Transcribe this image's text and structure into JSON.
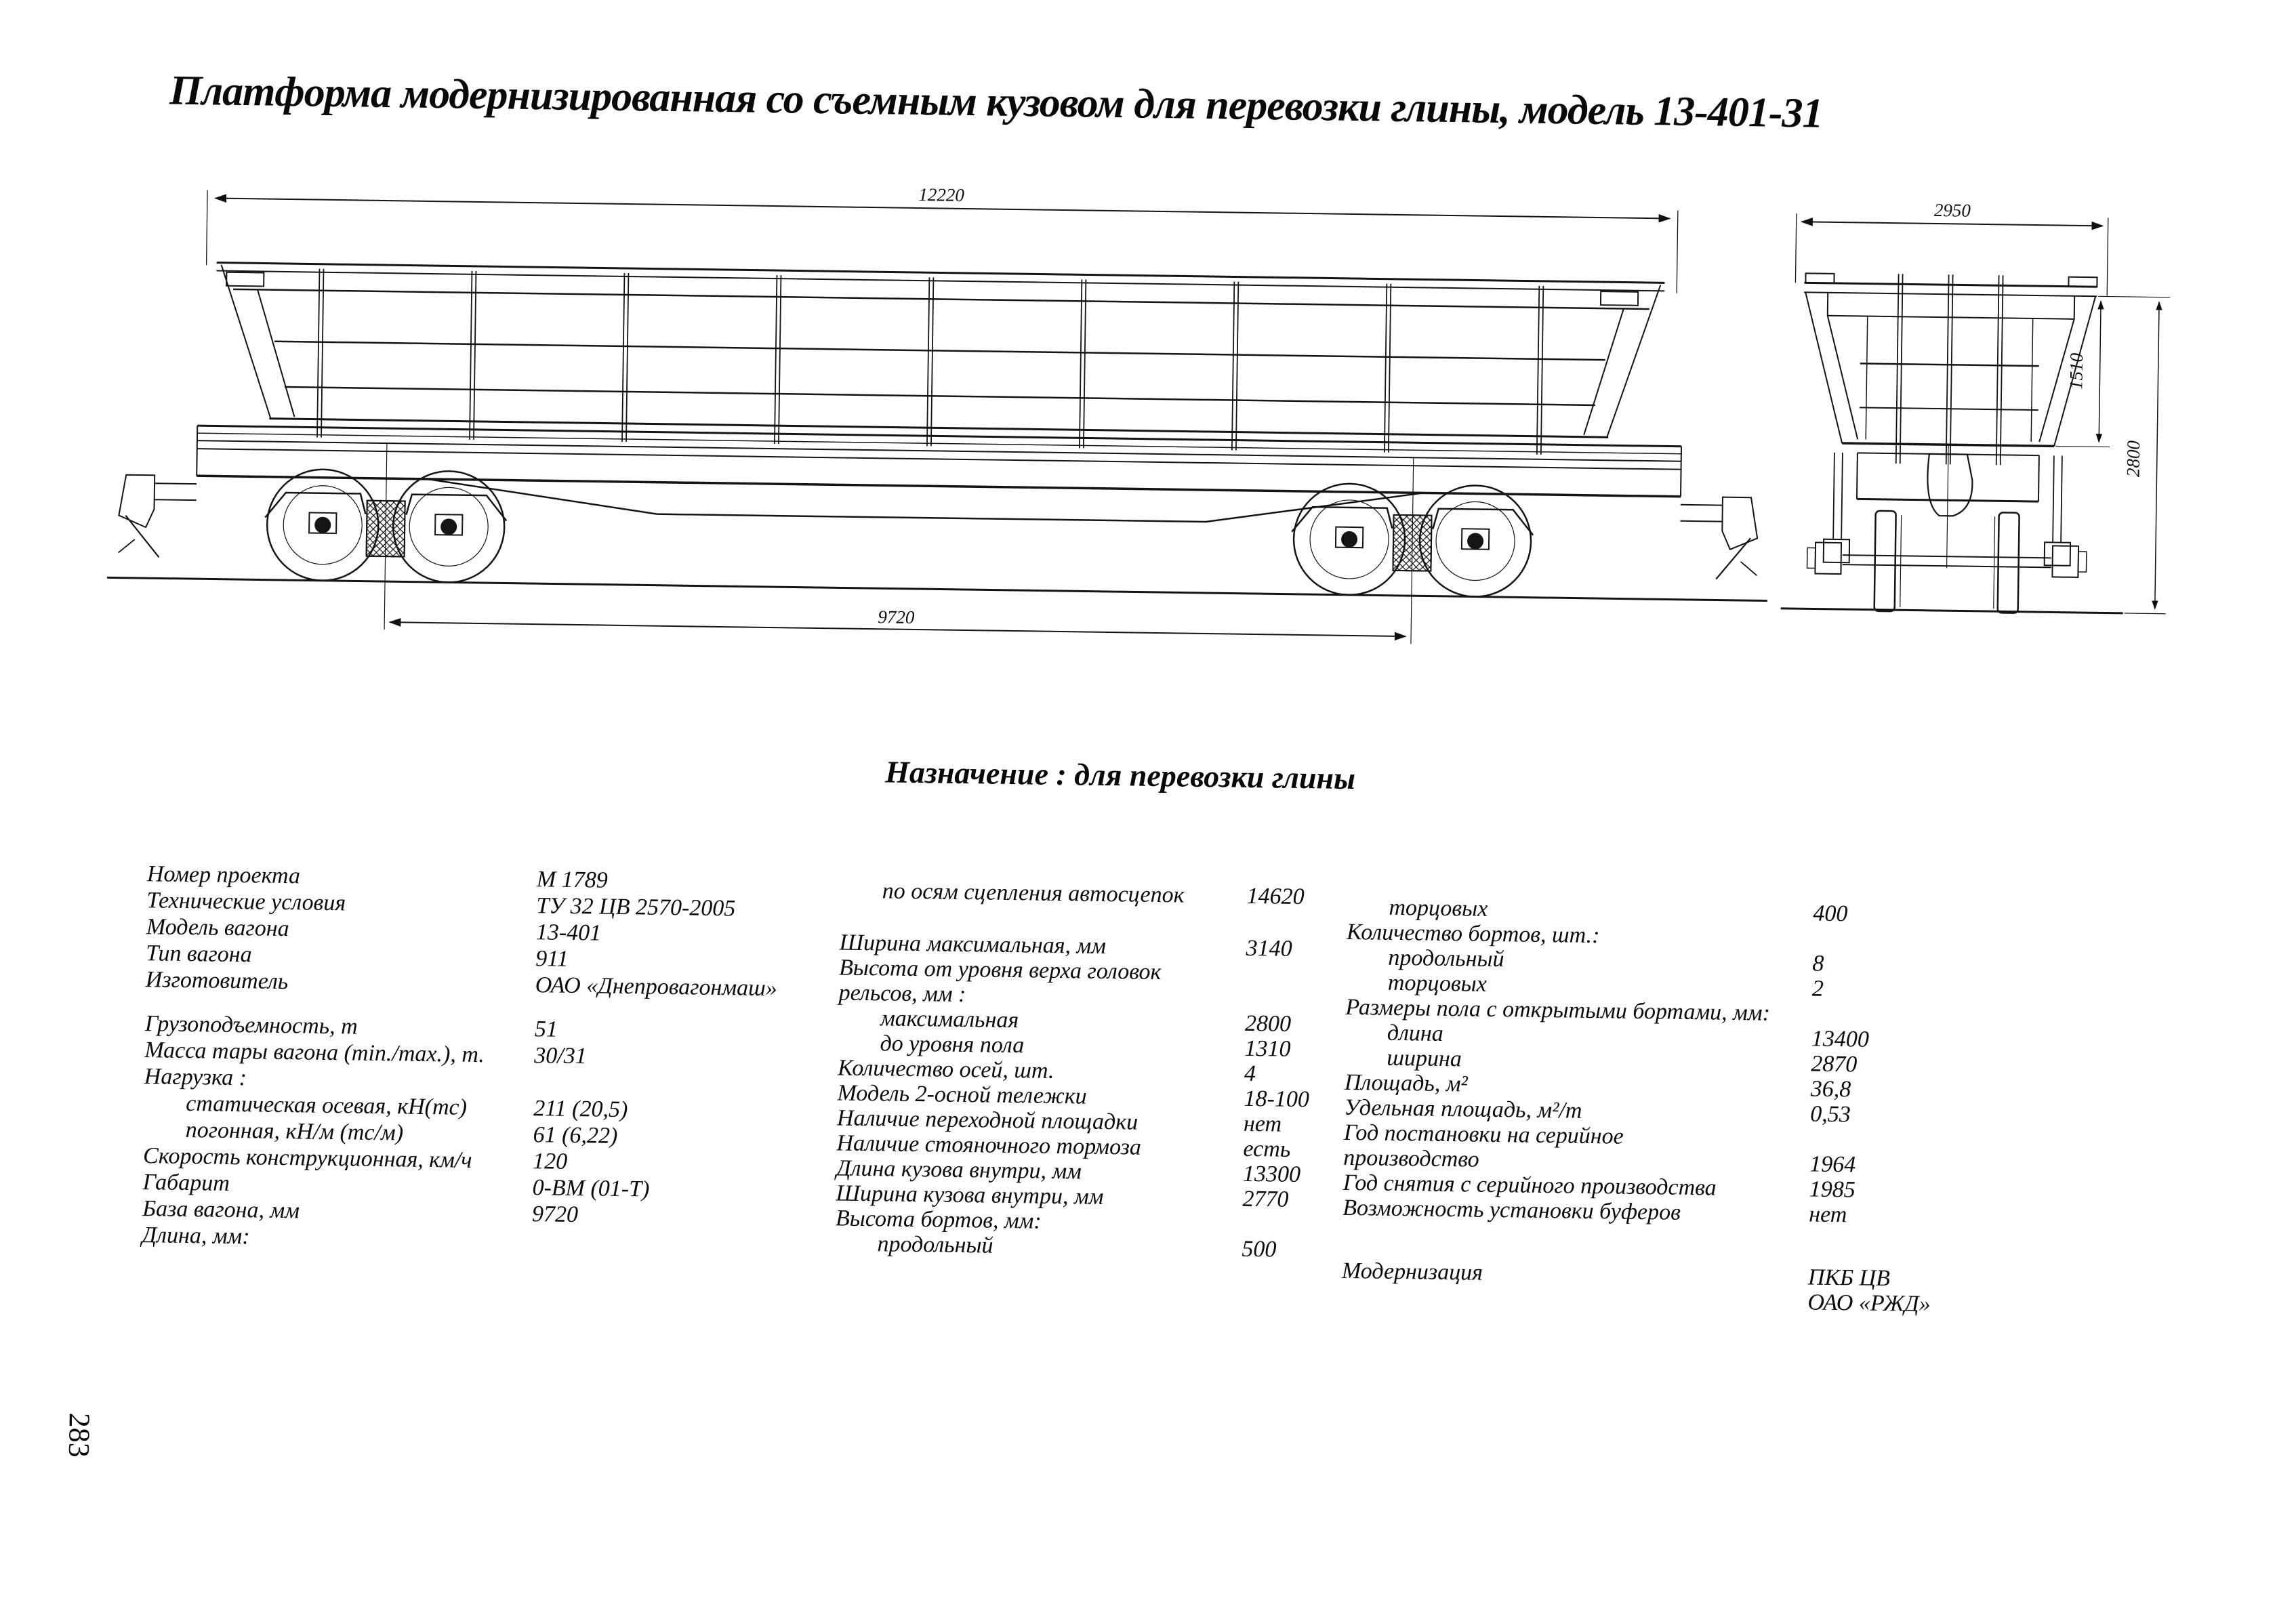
{
  "page": {
    "title": "Платформа модернизированная со съемным кузовом для перевозки глины, модель 13-401-31",
    "subtitle": "Назначение : для перевозки глины",
    "page_number": "283"
  },
  "drawing": {
    "side_view": {
      "length": "12220",
      "base": "9720"
    },
    "end_view": {
      "width": "2950",
      "body_height": "1510",
      "height_over_rail": "2800"
    }
  },
  "specs": {
    "col1": [
      {
        "label": "Номер проекта",
        "value": "М 1789",
        "indent": 0,
        "gap": false
      },
      {
        "label": "Технические условия",
        "value": "ТУ 32 ЦВ 2570-2005",
        "indent": 0,
        "gap": false
      },
      {
        "label": "Модель вагона",
        "value": "13-401",
        "indent": 0,
        "gap": false
      },
      {
        "label": "Тип вагона",
        "value": "911",
        "indent": 0,
        "gap": false
      },
      {
        "label": "Изготовитель",
        "value": "ОАО «Днепровагонмаш»",
        "indent": 0,
        "gap": false
      },
      {
        "label": "Грузоподъемность, т",
        "value": "51",
        "indent": 0,
        "gap": true
      },
      {
        "label": "Масса тары вагона (min./max.), т.",
        "value": "30/31",
        "indent": 0,
        "gap": false
      },
      {
        "label": "Нагрузка :",
        "value": "",
        "indent": 0,
        "gap": false
      },
      {
        "label": "статическая осевая, кН(тс)",
        "value": "211 (20,5)",
        "indent": 1,
        "gap": false
      },
      {
        "label": "погонная, кН/м (тс/м)",
        "value": "61 (6,22)",
        "indent": 1,
        "gap": false
      },
      {
        "label": "Скорость конструкционная, км/ч",
        "value": "120",
        "indent": 0,
        "gap": false
      },
      {
        "label": "Габарит",
        "value": "0-ВМ (01-Т)",
        "indent": 0,
        "gap": false
      },
      {
        "label": "База вагона, мм",
        "value": "9720",
        "indent": 0,
        "gap": false
      },
      {
        "label": "Длина, мм:",
        "value": "",
        "indent": 0,
        "gap": false
      }
    ],
    "col2": [
      {
        "label": "по осям сцепления автосцепок",
        "value": "14620",
        "indent": 1,
        "gap": false
      },
      {
        "label": "Ширина максимальная, мм",
        "value": "3140",
        "indent": 0,
        "gap": true
      },
      {
        "label": "Высота от уровня верха головок",
        "value": "",
        "indent": 0,
        "gap": false
      },
      {
        "label": "рельсов, мм :",
        "value": "",
        "indent": 0,
        "gap": false
      },
      {
        "label": "максимальная",
        "value": "2800",
        "indent": 1,
        "gap": false
      },
      {
        "label": "до уровня пола",
        "value": "1310",
        "indent": 1,
        "gap": false
      },
      {
        "label": "Количество осей, шт.",
        "value": "4",
        "indent": 0,
        "gap": false
      },
      {
        "label": "Модель 2-осной тележки",
        "value": "18-100",
        "indent": 0,
        "gap": false
      },
      {
        "label": "Наличие переходной площадки",
        "value": "нет",
        "indent": 0,
        "gap": false
      },
      {
        "label": "Наличие стояночного тормоза",
        "value": "есть",
        "indent": 0,
        "gap": false
      },
      {
        "label": "Длина кузова внутри, мм",
        "value": "13300",
        "indent": 0,
        "gap": false
      },
      {
        "label": "Ширина кузова внутри, мм",
        "value": "2770",
        "indent": 0,
        "gap": false
      },
      {
        "label": "Высота бортов, мм:",
        "value": "",
        "indent": 0,
        "gap": false
      },
      {
        "label": "продольный",
        "value": "500",
        "indent": 1,
        "gap": false
      }
    ],
    "col3": [
      {
        "label": "торцовых",
        "value": "400",
        "indent": 1,
        "gap": false
      },
      {
        "label": "Количество бортов, шт.:",
        "value": "",
        "indent": 0,
        "gap": false
      },
      {
        "label": "продольный",
        "value": "8",
        "indent": 1,
        "gap": false
      },
      {
        "label": "торцовых",
        "value": "2",
        "indent": 1,
        "gap": false
      },
      {
        "label": "Размеры пола с открытыми бортами, мм:",
        "value": "",
        "indent": 0,
        "gap": false
      },
      {
        "label": "длина",
        "value": "13400",
        "indent": 1,
        "gap": false
      },
      {
        "label": "ширина",
        "value": "2870",
        "indent": 1,
        "gap": false
      },
      {
        "label": "Площадь, м²",
        "value": "36,8",
        "indent": 0,
        "gap": false
      },
      {
        "label": "Удельная площадь, м²/т",
        "value": "0,53",
        "indent": 0,
        "gap": false
      },
      {
        "label": "Год постановки на серийное",
        "value": "",
        "indent": 0,
        "gap": false
      },
      {
        "label": "производство",
        "value": "1964",
        "indent": 0,
        "gap": false
      },
      {
        "label": "Год снятия с серийного производства",
        "value": "1985",
        "indent": 0,
        "gap": false
      },
      {
        "label": "Возможность установки буферов",
        "value": "нет",
        "indent": 0,
        "gap": false
      },
      {
        "label": "Модернизация",
        "value": "ПКБ ЦВ",
        "indent": 0,
        "gap": true
      },
      {
        "label": "",
        "value": "ОАО «РЖД»",
        "indent": 0,
        "gap": false
      }
    ]
  }
}
